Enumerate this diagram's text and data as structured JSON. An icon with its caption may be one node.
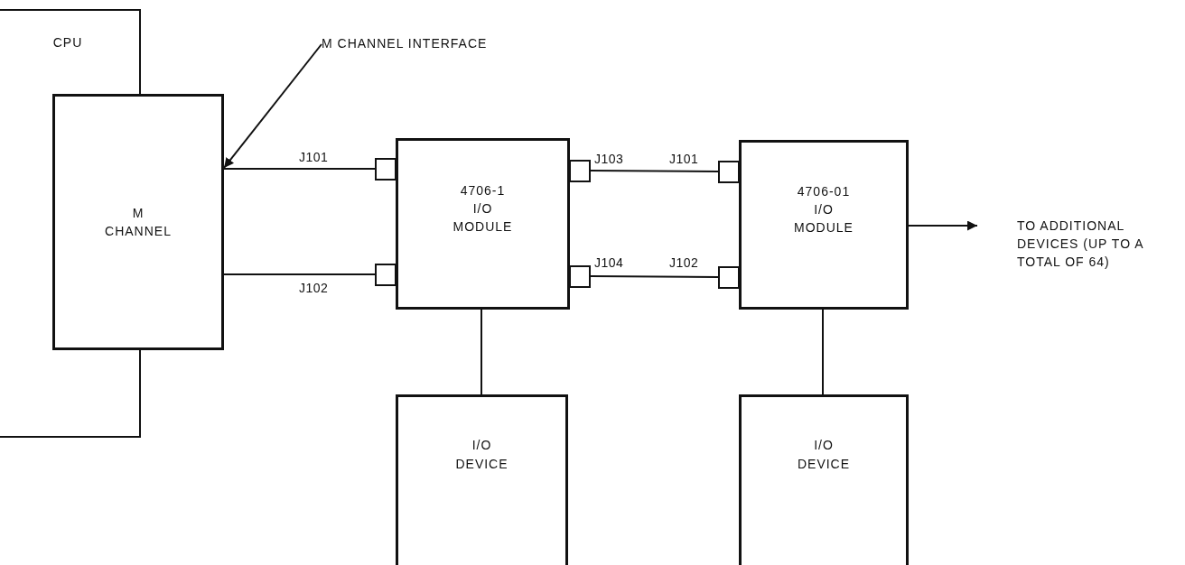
{
  "diagram": {
    "nodes": [
      {
        "text": [
          "CPU"
        ]
      },
      {
        "text": [
          "M CHANNEL"
        ]
      },
      {
        "text": [
          "M CHANNEL INTERFACE"
        ]
      },
      {
        "text": [
          "4706-1 I/O MODULE"
        ]
      },
      {
        "text": [
          "4706-01 I/O MODULE"
        ]
      },
      {
        "text": [
          "TO ADDITIONAL DEVICES (UP TO A TOTAL OF 64)"
        ]
      },
      {
        "text": [
          "I/O DEVICE"
        ]
      },
      {
        "text": [
          "I/O DEVICE"
        ]
      },
      {
        "text": [],
        "shape": "box"
      },
      {
        "text": [],
        "shape": "box"
      },
      {
        "text": [],
        "shape": "box"
      },
      {
        "text": [],
        "shape": "box"
      },
      {
        "text": [],
        "shape": "box"
      },
      {
        "text": [],
        "shape": "box"
      }
    ],
    "edges": [
      {
        "from": 1,
        "to": 8,
        "arrow": "none"
      },
      {
        "from": 1,
        "to": 9,
        "arrow": "none"
      },
      {
        "from": 10,
        "to": 12,
        "arrow": "none"
      },
      {
        "from": 11,
        "to": 13,
        "arrow": "none"
      },
      {
        "from": 3,
        "to": 6,
        "arrow": "none"
      },
      {
        "from": 4,
        "to": 7,
        "arrow": "none"
      },
      {
        "from": 4,
        "to": 5,
        "arrow": "to"
      },
      {
        "from": 2,
        "to": 1,
        "arrow": "to"
      }
    ],
    "labels": [
      "J101",
      "J102",
      "J103",
      "J101",
      "J104",
      "J102"
    ]
  }
}
